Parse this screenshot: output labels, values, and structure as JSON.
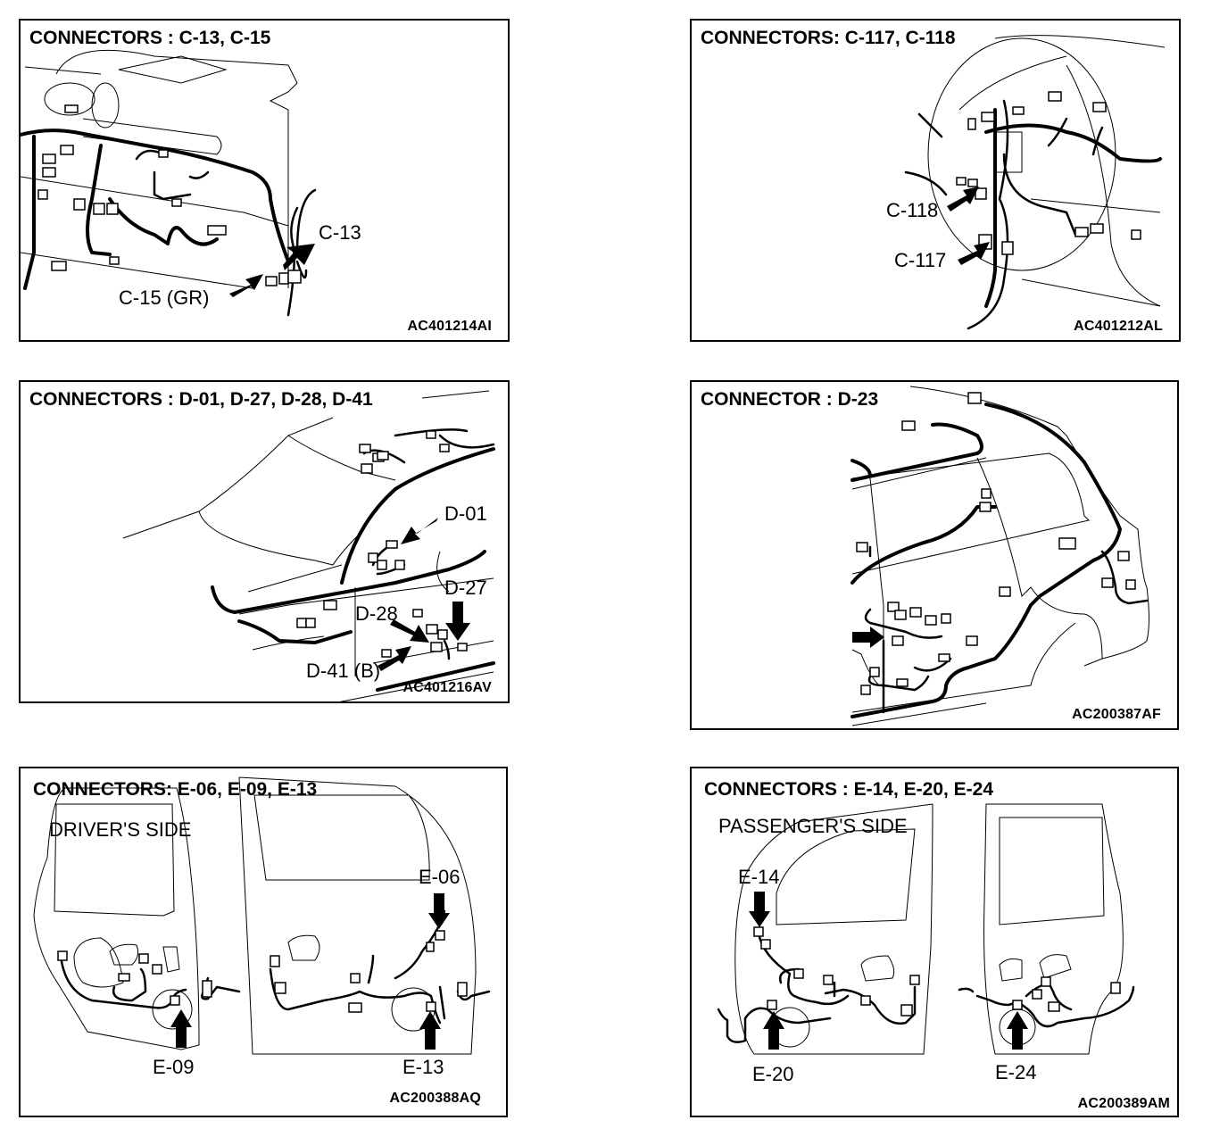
{
  "panels": [
    {
      "title": "CONNECTORS : C-13, C-15",
      "figure_code": "AC401214AI",
      "callouts": [
        "C-13",
        "C-15 (GR)"
      ]
    },
    {
      "title": "CONNECTORS: C-117, C-118",
      "figure_code": "AC401212AL",
      "callouts": [
        "C-118",
        "C-117"
      ]
    },
    {
      "title": "CONNECTORS : D-01, D-27, D-28, D-41",
      "figure_code": "AC401216AV",
      "callouts": [
        "D-01",
        "D-27",
        "D-28",
        "D-41 (B)"
      ]
    },
    {
      "title": "CONNECTOR : D-23",
      "figure_code": "AC200387AF",
      "callouts": []
    },
    {
      "title": "CONNECTORS: E-06, E-09, E-13",
      "subtitle": "DRIVER'S SIDE",
      "figure_code": "AC200388AQ",
      "callouts": [
        "E-06",
        "E-09",
        "E-13"
      ]
    },
    {
      "title": "CONNECTORS : E-14, E-20, E-24",
      "subtitle": "PASSENGER'S SIDE",
      "figure_code": "AC200389AM",
      "callouts": [
        "E-14",
        "E-20",
        "E-24"
      ]
    }
  ]
}
